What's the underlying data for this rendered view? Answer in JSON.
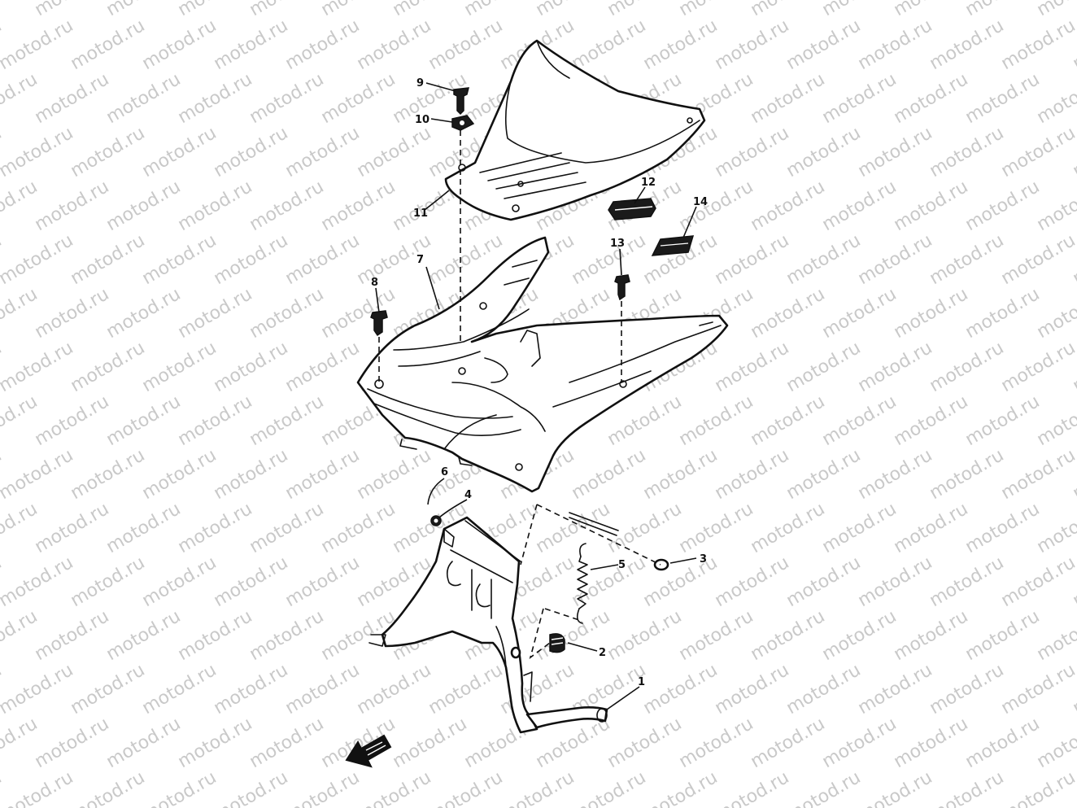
{
  "watermark": {
    "text": "motod.ru"
  },
  "callouts": [
    {
      "id": "1",
      "label": "1"
    },
    {
      "id": "2",
      "label": "2"
    },
    {
      "id": "3",
      "label": "3"
    },
    {
      "id": "4",
      "label": "4"
    },
    {
      "id": "5",
      "label": "5"
    },
    {
      "id": "6",
      "label": "6"
    },
    {
      "id": "7",
      "label": "7"
    },
    {
      "id": "8",
      "label": "8"
    },
    {
      "id": "9",
      "label": "9"
    },
    {
      "id": "10",
      "label": "10"
    },
    {
      "id": "11",
      "label": "11"
    },
    {
      "id": "12",
      "label": "12"
    },
    {
      "id": "13",
      "label": "13"
    },
    {
      "id": "14",
      "label": "14"
    }
  ],
  "colors": {
    "ink": "#111111",
    "watermark": "#c9c9c9",
    "background": "#ffffff"
  },
  "icons": {
    "front_arrow": "front-direction-arrow-icon"
  }
}
